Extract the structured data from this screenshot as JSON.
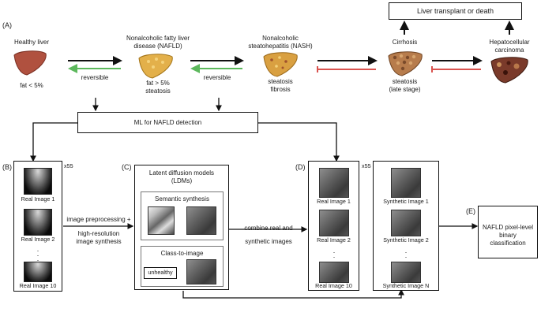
{
  "panel_labels": {
    "a": "(A)",
    "b": "(B)",
    "c": "(C)",
    "d": "(D)",
    "e": "(E)"
  },
  "top_box": "Liver transplant or death",
  "stages": {
    "healthy": {
      "title": "Healthy liver",
      "caption": "fat < 5%"
    },
    "nafld": {
      "title_1": "Nonalcoholic fatty liver",
      "title_2": "disease (NAFLD)",
      "caption_1": "fat > 5%",
      "caption_2": "steatosis"
    },
    "nash": {
      "title_1": "Nonalcoholic",
      "title_2": "steatohepatitis (NASH)",
      "caption_1": "steatosis",
      "caption_2": "fibrosis"
    },
    "cirrhosis": {
      "title": "Cirrhosis",
      "caption_1": "steatosis",
      "caption_2": "(late stage)"
    },
    "hcc": {
      "title_1": "Hepatocellular",
      "title_2": "carcinoma"
    }
  },
  "reversible_1": "reversible",
  "reversible_2": "reversible",
  "ml_box": "ML for NAFLD detection",
  "panel_b": {
    "count": "x55",
    "real_1": "Real Image 1",
    "real_2": "Real Image 2",
    "real_10": "Real Image 10"
  },
  "arrow_b_c": {
    "line_1": "image preprocessing +",
    "line_2": "high-resolution",
    "line_3": "image synthesis"
  },
  "panel_c": {
    "title_1": "Latent diffusion models",
    "title_2": "(LDMs)",
    "semantic": "Semantic synthesis",
    "class_to_image": "Class-to-image",
    "unhealthy": "unhealthy"
  },
  "arrow_c_d": {
    "line_1": "combine real and",
    "line_2": "synthetic images"
  },
  "panel_d": {
    "count": "x55",
    "real_1": "Real Image 1",
    "real_2": "Real Image 2",
    "real_10": "Real Image 10",
    "syn_1": "Synthetic Image 1",
    "syn_2": "Synthetic Image 2",
    "syn_n": "Synthetic Image N"
  },
  "panel_e": {
    "line_1": "NAFLD pixel-level",
    "line_2": "binary",
    "line_3": "classification"
  },
  "colors": {
    "green": "#5cb85c",
    "red": "#d9534f",
    "black": "#111111"
  }
}
